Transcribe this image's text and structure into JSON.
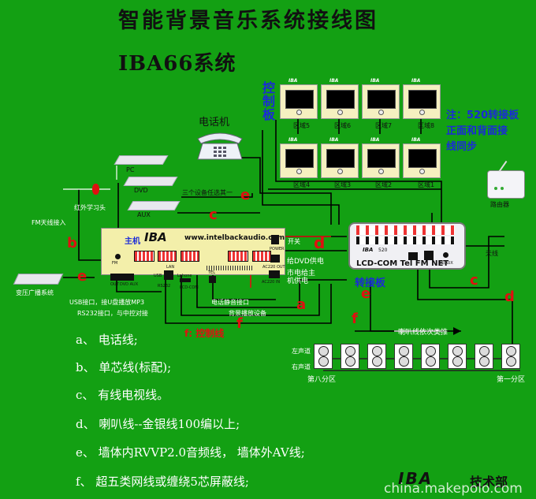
{
  "title": "智能背景音乐系统接线图",
  "subtitle": "IBA66系统",
  "telephone_label": "电话机",
  "control_panel_side_label": [
    "控",
    "制",
    "板"
  ],
  "zones_top": [
    "区域5",
    "区域6",
    "区域7",
    "区域8"
  ],
  "zones_bottom": [
    "区域4",
    "区域3",
    "区域2",
    "区域1"
  ],
  "note_lines": [
    "注：520转接板",
    "正面和背面接",
    "线同步"
  ],
  "router_label": "路由器",
  "antenna_label": "天线",
  "pc_label": "PC",
  "dvd_label": "DVD",
  "aux_label": "AUX",
  "ir_label": "红外学习头",
  "fm_label": "FM天线接入",
  "three_device_label": "三个设备任选其一",
  "host_label": "主机",
  "host_logo": "IBA",
  "host_url": "www.intelbackaudio.com",
  "switch_label": "开关",
  "power_label": "POWER",
  "dvd_power_label": "给DVD供电",
  "city_power_label": [
    "市电给主",
    "机供电"
  ],
  "ac_out": "AC220 OUT",
  "ac_in": "AC220 IN",
  "adapter_logo": "IBA",
  "adapter_model": "520",
  "adapter_ports": "LCD-COM Tel FM NET",
  "adapter_rs": "RS/AUX",
  "adapter_label": "转接板",
  "broadcast_label": "变压广播系统",
  "usb_label": "USB接口，接U盘播放MP3",
  "rs232_label": "RS232接口，与中控对接",
  "phone_mute_label": "电话静音接口",
  "bgm_label": "背景播放设备",
  "control_line_label": "f: 控制线",
  "speaker_line_label": "喇叭线依次类推",
  "left_ch_label": "左声道",
  "right_ch_label": "右声道",
  "zone_8_label": "第八分区",
  "zone_1_label": "第一分区",
  "port_labels": {
    "fm": "FM",
    "out": "OUT",
    "dvd_aux": "DVD AUX",
    "lan": "LAN",
    "usb": "USB",
    "rs232": "RS232",
    "lphone": "Lphone",
    "tel": "TEL",
    "lcd_com": "LCD-COM"
  },
  "letters": {
    "a": "a",
    "b": "b",
    "c": "c",
    "d": "d",
    "e": "e",
    "f": "f"
  },
  "legend": [
    "a、 电话线;",
    "b、 单芯线(标配);",
    "c、 有线电视线。",
    "d、 喇叭线--金银线100编以上;",
    "e、 墙体内RVVP2.0音频线， 墙体外AV线;",
    "f、 超五类网线或缠绕5芯屏蔽线;"
  ],
  "footer_logo": "IBA",
  "footer_label": "技术部",
  "watermark": "china.makepolo.com",
  "colors": {
    "background": "#13a013",
    "panel": "#f5f0c0",
    "host": "#f3efaa",
    "accent_red": "#e01010",
    "blue": "#1a2ad8"
  }
}
